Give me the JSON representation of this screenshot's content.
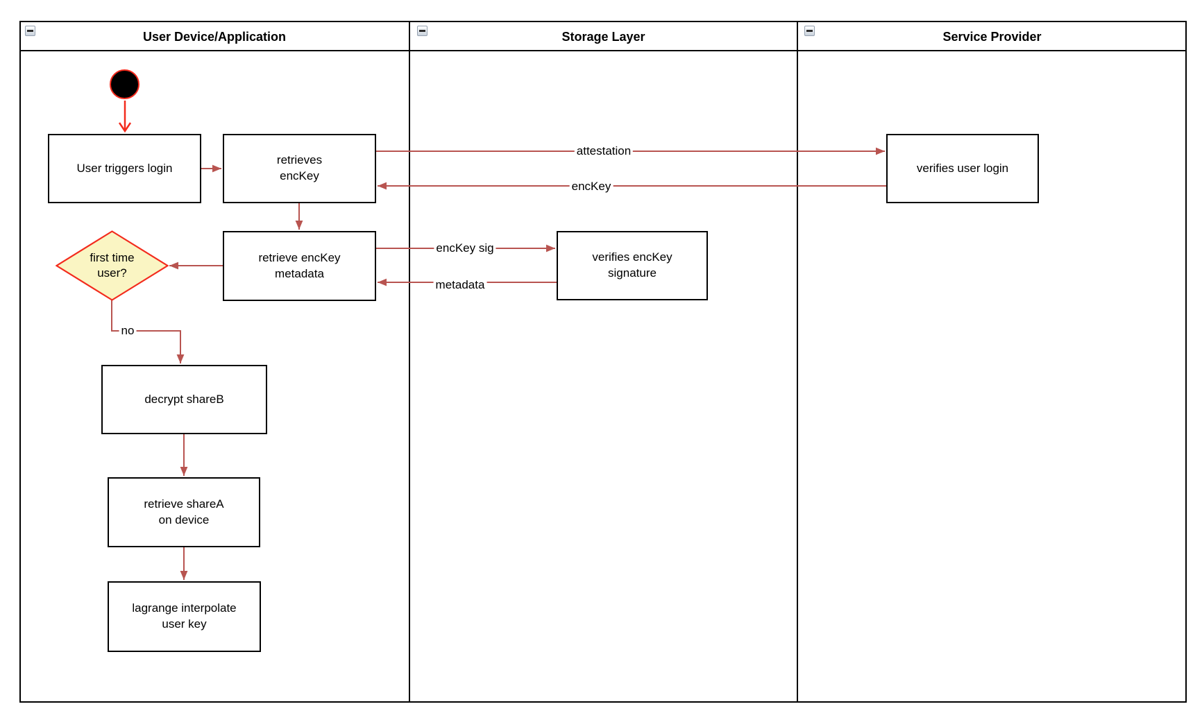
{
  "lanes": [
    {
      "title": "User Device/Application"
    },
    {
      "title": "Storage Layer"
    },
    {
      "title": "Service Provider"
    }
  ],
  "nodes": {
    "user_triggers_login": {
      "label": "User triggers login"
    },
    "retrieves_enckey": {
      "label": "retrieves\nencKey"
    },
    "verifies_user_login": {
      "label": "verifies user login"
    },
    "retrieve_enckey_metadata": {
      "label": "retrieve encKey\nmetadata"
    },
    "verifies_enckey_signature": {
      "label": "verifies encKey\nsignature"
    },
    "first_time_user": {
      "label": "first time\nuser?"
    },
    "decrypt_shareb": {
      "label": "decrypt shareB"
    },
    "retrieve_sharea": {
      "label": "retrieve shareA\non device"
    },
    "lagrange_interpolate": {
      "label": "lagrange interpolate\nuser key"
    }
  },
  "edge_labels": {
    "attestation": "attestation",
    "enckey": "encKey",
    "enckey_sig": "encKey sig",
    "metadata": "metadata",
    "no": "no"
  },
  "colors": {
    "edge": "#b85450",
    "start_edge": "#f32b1d",
    "decision_border": "#f32b1d",
    "decision_fill": "#faf5c3",
    "node_border": "#000000"
  }
}
